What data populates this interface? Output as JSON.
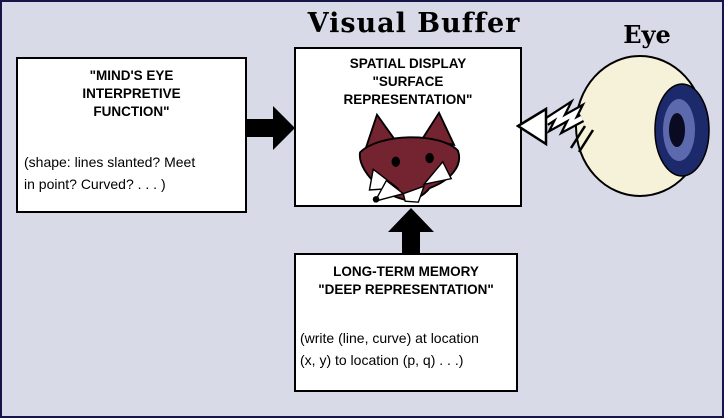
{
  "title": "Visual Buffer",
  "eye_label": "Eye",
  "interpretive_box": {
    "heading": [
      "\"MIND'S EYE",
      "INTERPRETIVE",
      "FUNCTION\""
    ],
    "body": [
      "(shape: lines slanted? Meet",
      "in point? Curved? . . . )"
    ]
  },
  "spatial_box": {
    "heading": [
      "SPATIAL DISPLAY",
      "\"SURFACE",
      "REPRESENTATION\""
    ]
  },
  "memory_box": {
    "heading": [
      "LONG-TERM MEMORY",
      "\"DEEP REPRESENTATION\""
    ],
    "body": [
      "(write (line, curve) at location",
      "(x, y) to location (p, q) . . .)"
    ]
  },
  "icons": {
    "fox": "fox-illustration",
    "eyeball": "eyeball-illustration",
    "arrow_right": "solid-right-arrow",
    "arrow_up": "solid-up-arrow",
    "lightning_arrow": "lightning-left-arrow"
  },
  "colors": {
    "background": "#d9dae7",
    "box_background": "#ffffff",
    "outline": "#000000",
    "fox_maroon": "#742430",
    "eye_sclera": "#f6f2da",
    "iris_outer": "#1c2a6b",
    "iris_inner": "#5d69ad",
    "pupil": "#0a0a22"
  }
}
